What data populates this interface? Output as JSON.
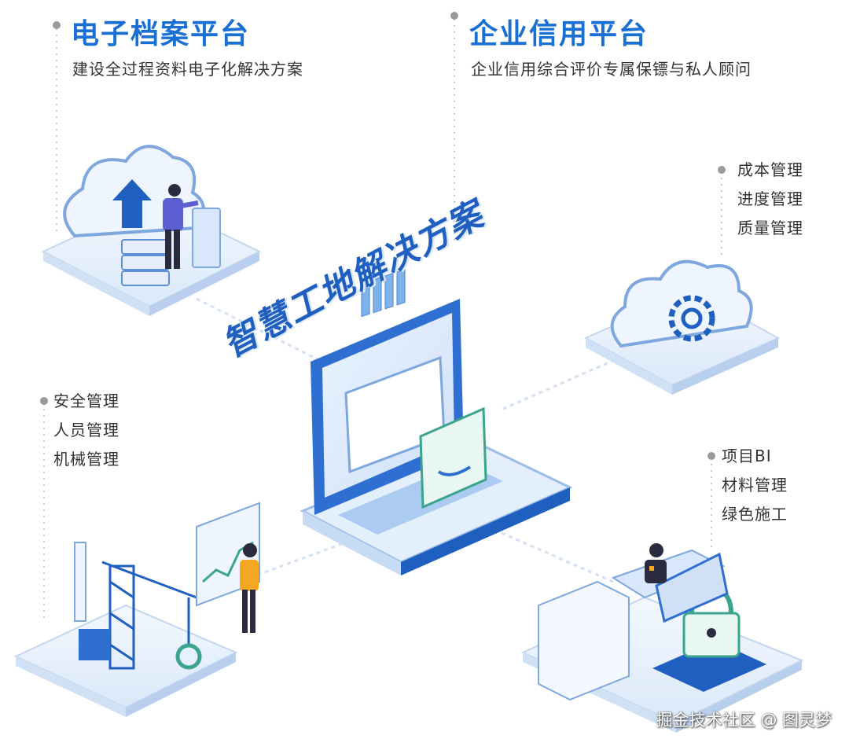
{
  "top_left": {
    "title": "电子档案平台",
    "subtitle": "建设全过程资料电子化解决方案"
  },
  "top_right": {
    "title": "企业信用平台",
    "subtitle": "企业信用综合评价专属保镖与私人顾问"
  },
  "right_upper_list": [
    "成本管理",
    "进度管理",
    "质量管理"
  ],
  "left_lower_list": [
    "安全管理",
    "人员管理",
    "机械管理"
  ],
  "right_lower_list": [
    "项目BI",
    "材料管理",
    "绿色施工"
  ],
  "center_title": "智慧工地解决方案",
  "watermark": "掘金技术社区 @ 图灵梦",
  "colors": {
    "title_blue": "#1a6fd4",
    "platform_light": "#e8f1fc",
    "platform_edge": "#bcd3f0",
    "accent_orange": "#f5a623",
    "person_purple": "#5b5fd0"
  },
  "icons": [
    "cloud-upload-icon",
    "cloud-gear-icon",
    "crane-icon",
    "laptop-file-drawer-icon",
    "padlock-icon",
    "chart-board-icon"
  ]
}
